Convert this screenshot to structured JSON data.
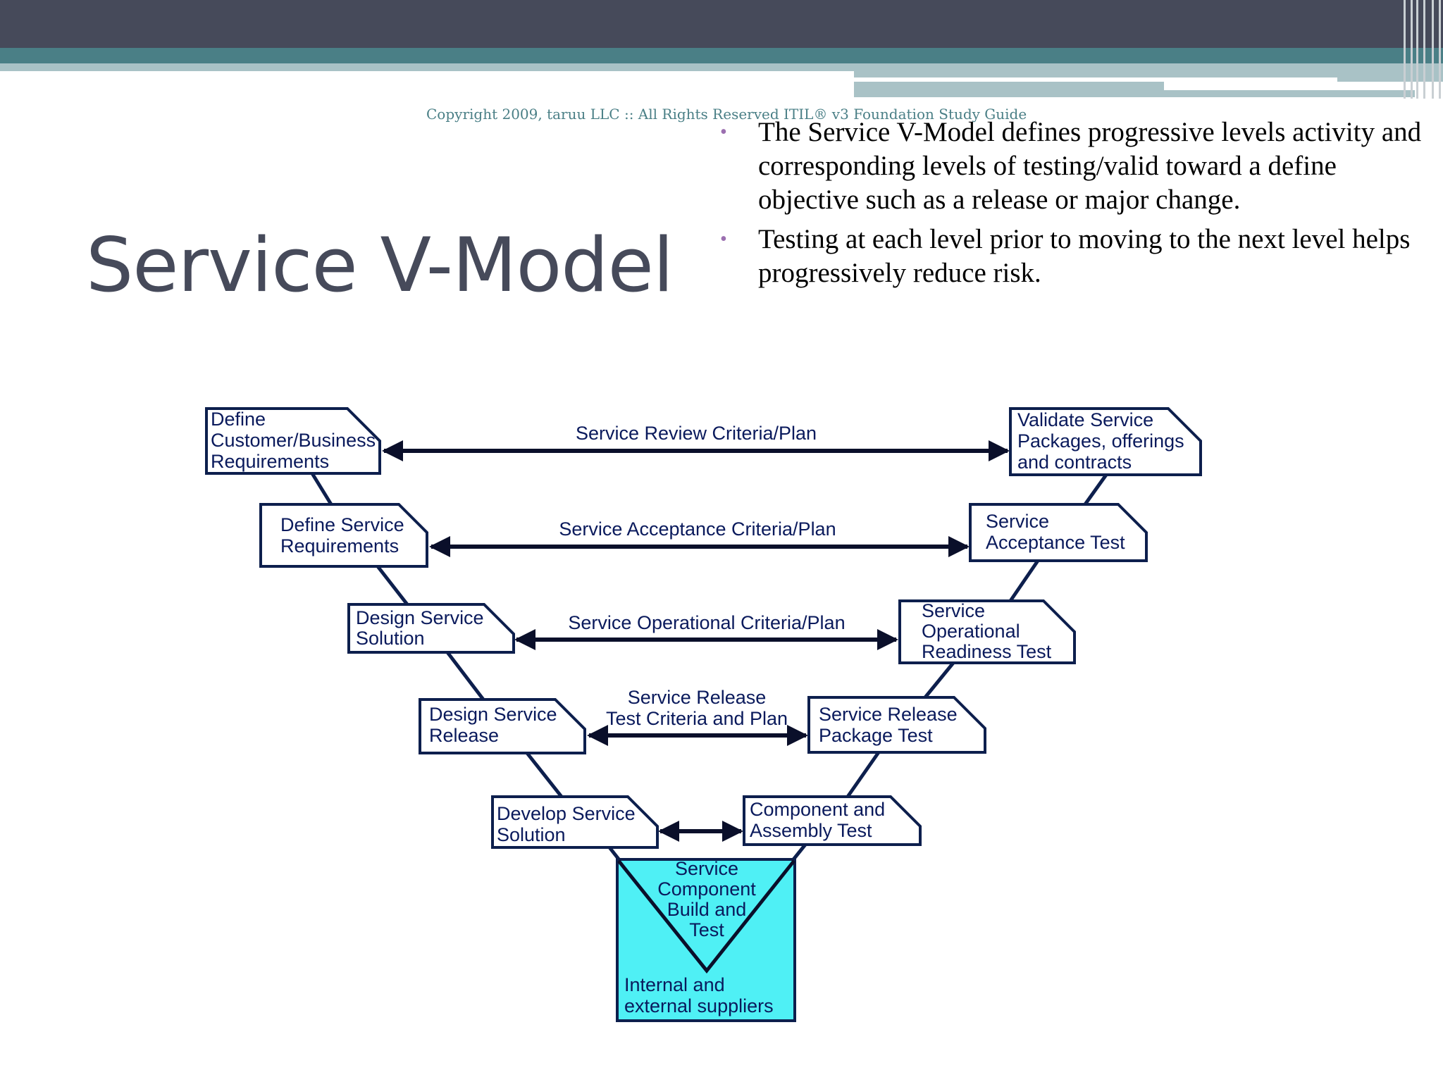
{
  "slide": {
    "copyright": "Copyright 2009, taruu LLC :: All Rights Reserved ITIL® v3 Foundation Study Guide",
    "title": "Service V-Model",
    "bullets": [
      "The Service V-Model defines progressive levels activity and corresponding levels of testing/valid toward a define objective such as a release or major change.",
      "Testing at each level prior to moving to the next level helps progressively reduce risk."
    ]
  },
  "diagram": {
    "left_boxes": [
      [
        "Define",
        "Customer/Business",
        "Requirements"
      ],
      [
        "Define Service",
        "Requirements"
      ],
      [
        "Design Service",
        "Solution"
      ],
      [
        "Design Service",
        "Release"
      ],
      [
        "Develop Service",
        "Solution"
      ]
    ],
    "right_boxes": [
      [
        "Validate Service",
        "Packages, offerings",
        "and contracts"
      ],
      [
        "Service",
        "Acceptance Test"
      ],
      [
        "Service",
        "Operational",
        "Readiness Test"
      ],
      [
        "Service Release",
        "Package Test"
      ],
      [
        "Component and",
        "Assembly Test"
      ]
    ],
    "arrow_labels": [
      [
        "Service Review Criteria/Plan"
      ],
      [
        "Service Acceptance Criteria/Plan"
      ],
      [
        "Service Operational Criteria/Plan"
      ],
      [
        "Service Release",
        "Test Criteria and Plan"
      ],
      []
    ],
    "bottom_box": {
      "top_lines": [
        "Service",
        "Component",
        "Build and",
        "Test"
      ],
      "bottom_lines": [
        "Internal and",
        "external suppliers"
      ]
    },
    "colors": {
      "box_border": "#0d1f4d",
      "text": "#0a1a5c",
      "bottom_fill": "#4ff0f5",
      "arrow": "#0a0f2a"
    }
  }
}
